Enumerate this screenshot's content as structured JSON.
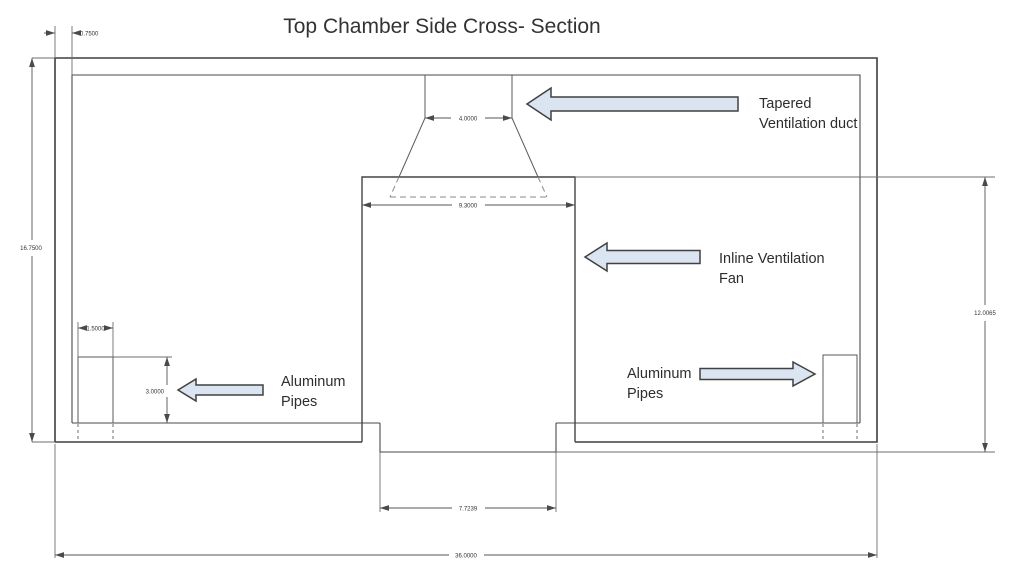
{
  "title": "Top Chamber Side Cross- Section",
  "callouts": {
    "tapered_duct": {
      "line1": "Tapered",
      "line2": "Ventilation duct"
    },
    "inline_fan": {
      "line1": "Inline Ventilation",
      "line2": "Fan"
    },
    "pipes_left": {
      "line1": "Aluminum",
      "line2": "Pipes"
    },
    "pipes_right": {
      "line1": "Aluminum",
      "line2": "Pipes"
    }
  },
  "dimensions": {
    "wall_thickness": "0.7500",
    "chamber_height": "16.7500",
    "duct_top_width": "4.0000",
    "fan_box_width": "9.3000",
    "right_side_height": "12.0065",
    "pipe_width": "1.5000",
    "pipe_height": "3.0000",
    "bottom_opening_width": "7.7239",
    "chamber_width": "36.0000"
  },
  "colors": {
    "arrow_fill": "#dbe4f1",
    "arrow_stroke": "#404040",
    "drawing_line": "#3e3e3e",
    "dimension_line": "#555555",
    "background": "#ffffff"
  }
}
